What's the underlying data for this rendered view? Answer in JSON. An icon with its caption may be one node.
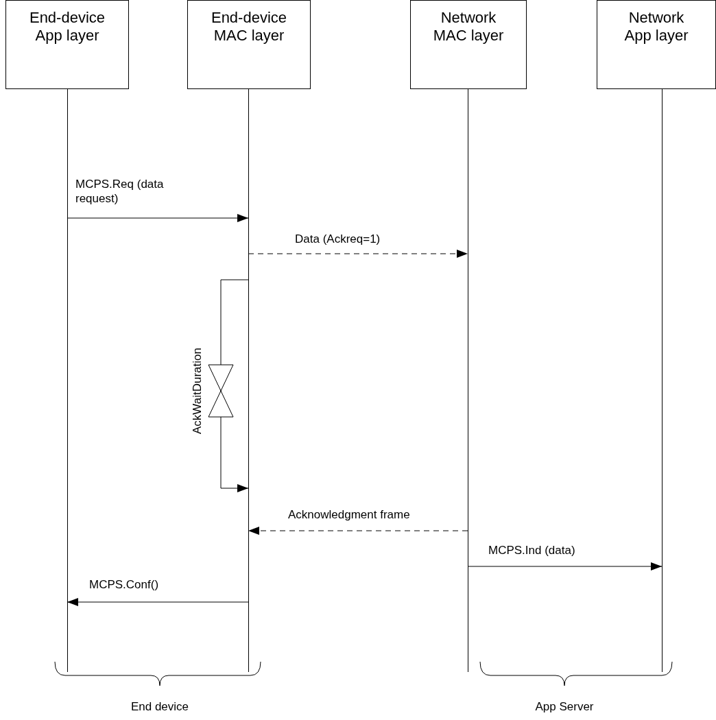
{
  "diagram": {
    "nodes": [
      {
        "text": [
          "End-device App layer"
        ]
      },
      {
        "text": [
          "End-device MAC layer"
        ]
      },
      {
        "text": [
          "Network MAC layer"
        ]
      },
      {
        "text": [
          "Network App layer"
        ]
      }
    ],
    "edges": [
      {
        "from": 0,
        "to": 1,
        "arrow": "to",
        "label": "MCPS.Req (data request)"
      },
      {
        "from": 1,
        "to": 2,
        "arrow": "to",
        "label": "Data (Ackreq=1)",
        "style": "dashed"
      },
      {
        "from": 1,
        "to": 1,
        "arrow": "to",
        "label": "AckWaitDuration"
      },
      {
        "from": 2,
        "to": 1,
        "arrow": "to",
        "label": "Acknowledgment frame",
        "style": "dashed"
      },
      {
        "from": 2,
        "to": 3,
        "arrow": "to",
        "label": "MCPS.Ind (data)"
      },
      {
        "from": 1,
        "to": 0,
        "arrow": "to",
        "label": "MCPS.Conf()"
      }
    ],
    "labels": [
      "End device",
      "App Server"
    ]
  }
}
